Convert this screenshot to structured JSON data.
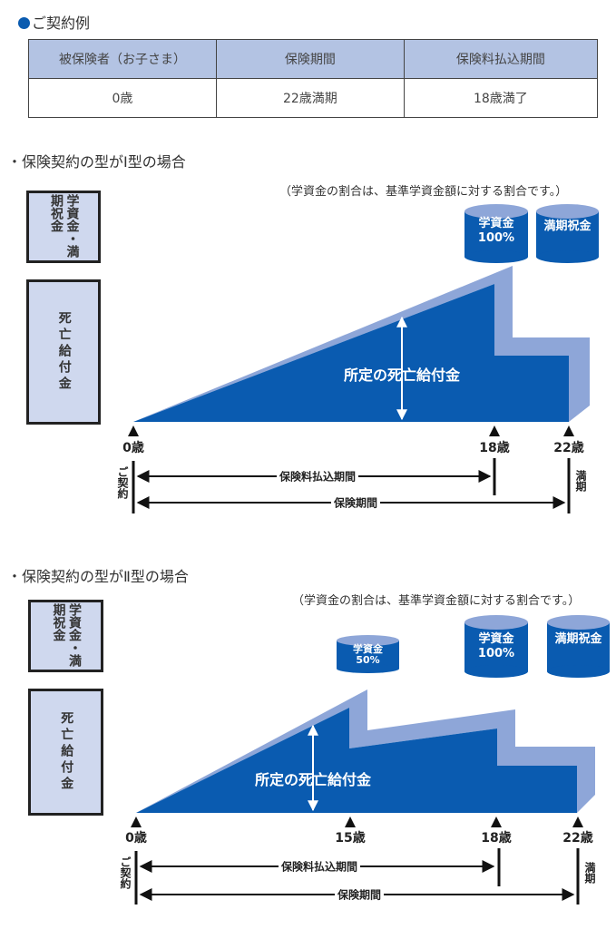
{
  "heading": "ご契約例",
  "table": {
    "headers": [
      "被保険者（お子さま）",
      "保険期間",
      "保険料払込期間"
    ],
    "row": [
      "0歳",
      "22歳満期",
      "18歳満了"
    ]
  },
  "colors": {
    "dark": "#0a5bb0",
    "light": "#8ea6d8",
    "header": "#b3c3e3",
    "box": "#cfd8ee"
  },
  "type1": {
    "title": "・保険契約の型がⅠ型の場合",
    "note": "（学資金の割合は、基準学資金額に対する割合です。）",
    "side_top": "学資金・満期祝金",
    "side_bottom": "死亡給付金",
    "cylinders": [
      {
        "line1": "学資金",
        "line2": "100%"
      },
      {
        "line1": "満期祝金"
      }
    ],
    "inner": "所定の死亡給付金",
    "ages": [
      "0歳",
      "18歳",
      "22歳"
    ],
    "contract": "ご契約",
    "maturity": "満期",
    "premium_period": "保険料払込期間",
    "insurance_period": "保険期間"
  },
  "type2": {
    "title": "・保険契約の型がⅡ型の場合",
    "note": "（学資金の割合は、基準学資金額に対する割合です。）",
    "side_top": "学資金・満期祝金",
    "side_bottom": "死亡給付金",
    "cylinders": [
      {
        "line1": "学資金",
        "line2": "50%"
      },
      {
        "line1": "学資金",
        "line2": "100%"
      },
      {
        "line1": "満期祝金"
      }
    ],
    "inner": "所定の死亡給付金",
    "ages": [
      "0歳",
      "15歳",
      "18歳",
      "22歳"
    ],
    "contract": "ご契約",
    "maturity": "満期",
    "premium_period": "保険料払込期間",
    "insurance_period": "保険期間"
  }
}
